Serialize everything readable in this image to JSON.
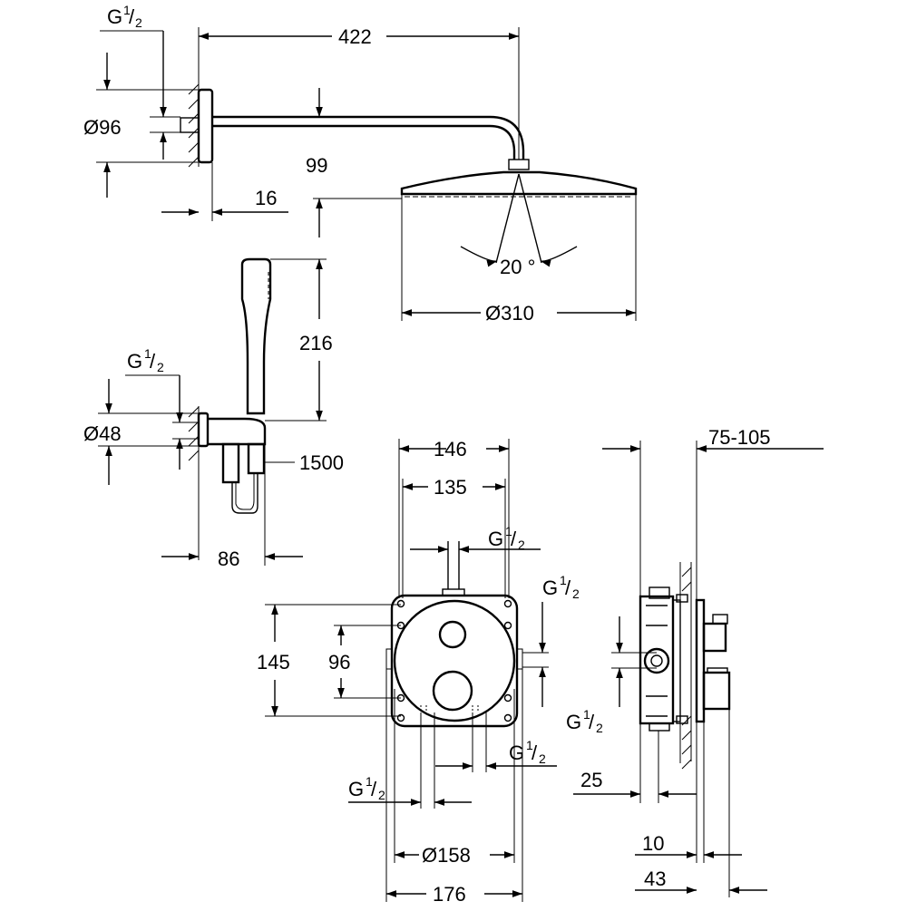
{
  "top": {
    "width_overall": "422",
    "thread": {
      "g": "G",
      "num": "1",
      "den": "2"
    },
    "flange_diameter": "Ø96",
    "drop": "99",
    "flange_depth": "16",
    "spray_angle": "20 °",
    "head_diameter": "Ø310"
  },
  "hand": {
    "height": "216",
    "thread": {
      "g": "G",
      "num": "1",
      "den": "2"
    },
    "outlet_diameter": "Ø48",
    "hose_length": "1500",
    "projection": "86"
  },
  "front": {
    "width_outer": "146",
    "width_inner": "135",
    "thread_top": {
      "g": "G",
      "num": "1",
      "den": "2"
    },
    "thread_right": {
      "g": "G",
      "num": "1",
      "den": "2"
    },
    "height_outer": "145",
    "height_inner": "96",
    "thread_bottom_right": {
      "g": "G",
      "num": "1",
      "den": "2"
    },
    "thread_bottom_left": {
      "g": "G",
      "num": "1",
      "den": "2"
    },
    "plate_diameter": "Ø158",
    "plate_width": "176"
  },
  "side": {
    "depth_range": "75-105",
    "thread": {
      "g": "G",
      "num": "1",
      "den": "2"
    },
    "offset_25": "25",
    "offset_10": "10",
    "offset_43": "43"
  }
}
